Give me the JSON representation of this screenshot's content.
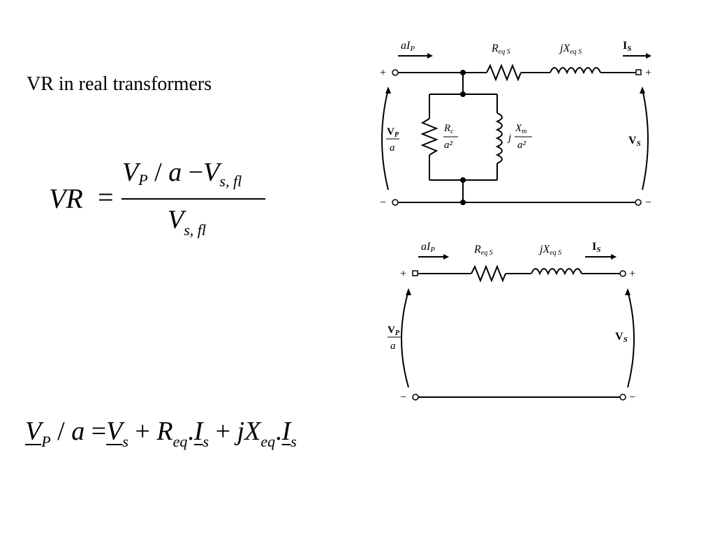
{
  "slide": {
    "title": "VR in real transformers"
  },
  "formula_vr": {
    "lhs": "VR",
    "equals": "=",
    "num_v": "V",
    "num_p": "P",
    "num_div": "/",
    "num_a": "a",
    "num_minus": "−",
    "num_v2": "V",
    "num_sub2": "s, fl",
    "den_v": "V",
    "den_sub": "s, fl"
  },
  "formula_kvl": {
    "v1": "V",
    "p": "P",
    "div": "/",
    "a": "a",
    "eq": "=",
    "v2": "V",
    "s1": "s",
    "plus1": "+",
    "r": "R",
    "eq_sub1": "eq",
    "dot1": ".",
    "i1": "I",
    "s2": "s",
    "plus2": "+",
    "jx": "jX",
    "eq_sub2": "eq",
    "dot2": ".",
    "i2": "I",
    "s3": "s"
  },
  "circuit_top": {
    "current_in": "aI",
    "current_in_sub": "P",
    "r_eq": "R",
    "r_eq_sub": "eq S",
    "x_eq": "jX",
    "x_eq_sub": "eq S",
    "current_out": "I",
    "current_out_sub": "S",
    "vp_num": "V",
    "vp_num_sub": "P",
    "vp_den": "a",
    "rc_num": "R",
    "rc_num_sub": "c",
    "rc_den": "a²",
    "xm_j": "j",
    "xm_num": "X",
    "xm_num_sub": "m",
    "xm_den": "a²",
    "vs": "V",
    "vs_sub": "S",
    "plus": "+",
    "minus": "−"
  },
  "circuit_bottom": {
    "current_in": "aI",
    "current_in_sub": "P",
    "r_eq": "R",
    "r_eq_sub": "eq S",
    "x_eq": "jX",
    "x_eq_sub": "eq S",
    "current_out": "I",
    "current_out_sub": "S",
    "vp_num": "V",
    "vp_num_sub": "P",
    "vp_den": "a",
    "vs": "V",
    "vs_sub": "S",
    "plus": "+",
    "minus": "−"
  }
}
